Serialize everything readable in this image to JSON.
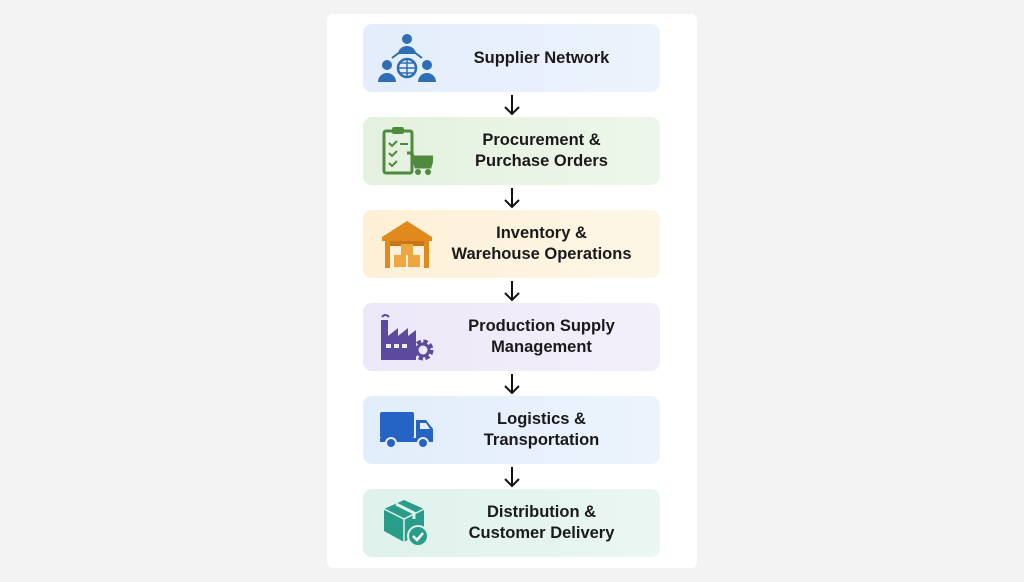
{
  "steps": [
    {
      "line1": "Supplier Network",
      "line2": "",
      "icon": "supplier-network-icon",
      "color": "#2f6db5",
      "bg": "#e6effb"
    },
    {
      "line1": "Procurement &",
      "line2": "Purchase Orders",
      "icon": "clipboard-cart-icon",
      "color": "#4f8a3e",
      "bg": "#e8f3e3"
    },
    {
      "line1": "Inventory &",
      "line2": "Warehouse Operations",
      "icon": "warehouse-icon",
      "color": "#e08a1e",
      "bg": "#fdf3dc"
    },
    {
      "line1": "Production Supply",
      "line2": "Management",
      "icon": "factory-gear-icon",
      "color": "#5b4a9e",
      "bg": "#efebf9"
    },
    {
      "line1": "Logistics &",
      "line2": "Transportation",
      "icon": "truck-icon",
      "color": "#2563c4",
      "bg": "#e5effb"
    },
    {
      "line1": "Distribution &",
      "line2": "Customer Delivery",
      "icon": "package-check-icon",
      "color": "#2a9d8a",
      "bg": "#e3f4ef"
    }
  ]
}
